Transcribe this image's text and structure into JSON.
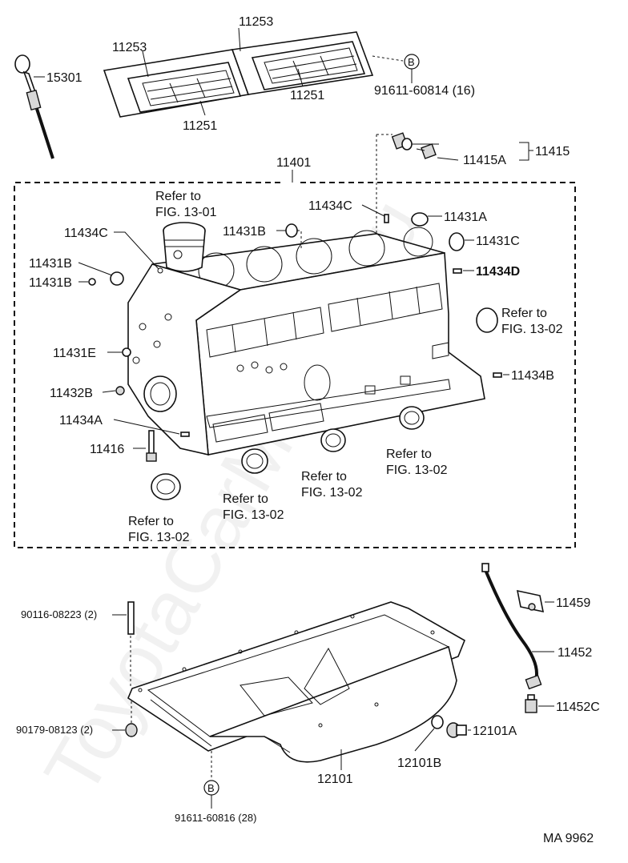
{
  "callouts": {
    "gasket_11253_top": "11253",
    "gasket_11253_left": "11253",
    "cover_11251_right": "11251",
    "cover_11251_left": "11251",
    "bolt_91611_60814": "91611-60814 (16)",
    "dipstick_15301": "15301",
    "block_11401": "11401",
    "plug_11415": "11415",
    "plug_11415a": "11415A",
    "refer_fig_1301_a": "Refer to",
    "refer_fig_1301_b": "FIG. 13-01",
    "plug_11434c_left": "11434C",
    "plug_11434c_top": "11434C",
    "plug_11431b_top": "11431B",
    "plug_11431a": "11431A",
    "plug_11431c": "11431C",
    "plug_11434d": "11434D",
    "plug_11431b_left1": "11431B",
    "plug_11431b_left2": "11431B",
    "plug_11431e": "11431E",
    "refer_fig_1302_right_a": "Refer to",
    "refer_fig_1302_right_b": "FIG. 13-02",
    "plug_11434b": "11434B",
    "plug_11432b": "11432B",
    "plug_11434a": "11434A",
    "bolt_11416": "11416",
    "refer_fig_1302_r1_a": "Refer to",
    "refer_fig_1302_r1_b": "FIG. 13-02",
    "refer_fig_1302_r2_a": "Refer to",
    "refer_fig_1302_r2_b": "FIG. 13-02",
    "refer_fig_1302_r3_a": "Refer to",
    "refer_fig_1302_r3_b": "FIG. 13-02",
    "refer_fig_1302_r4_a": "Refer to",
    "refer_fig_1302_r4_b": "FIG. 13-02",
    "stud_90116": "90116-08223 (2)",
    "nut_90179": "90179-08123 (2)",
    "bolt_91611_60816": "91611-60816 (28)",
    "oil_pan_12101": "12101",
    "drain_plug_12101b": "12101B",
    "gasket_12101a": "12101A",
    "clamp_11459": "11459",
    "guide_11452": "11452",
    "fitting_11452c": "11452C",
    "marker_b_top": "B",
    "marker_b_bottom": "B",
    "code": "MA  9962",
    "watermark": "ToyotaCarMaster.ru"
  }
}
